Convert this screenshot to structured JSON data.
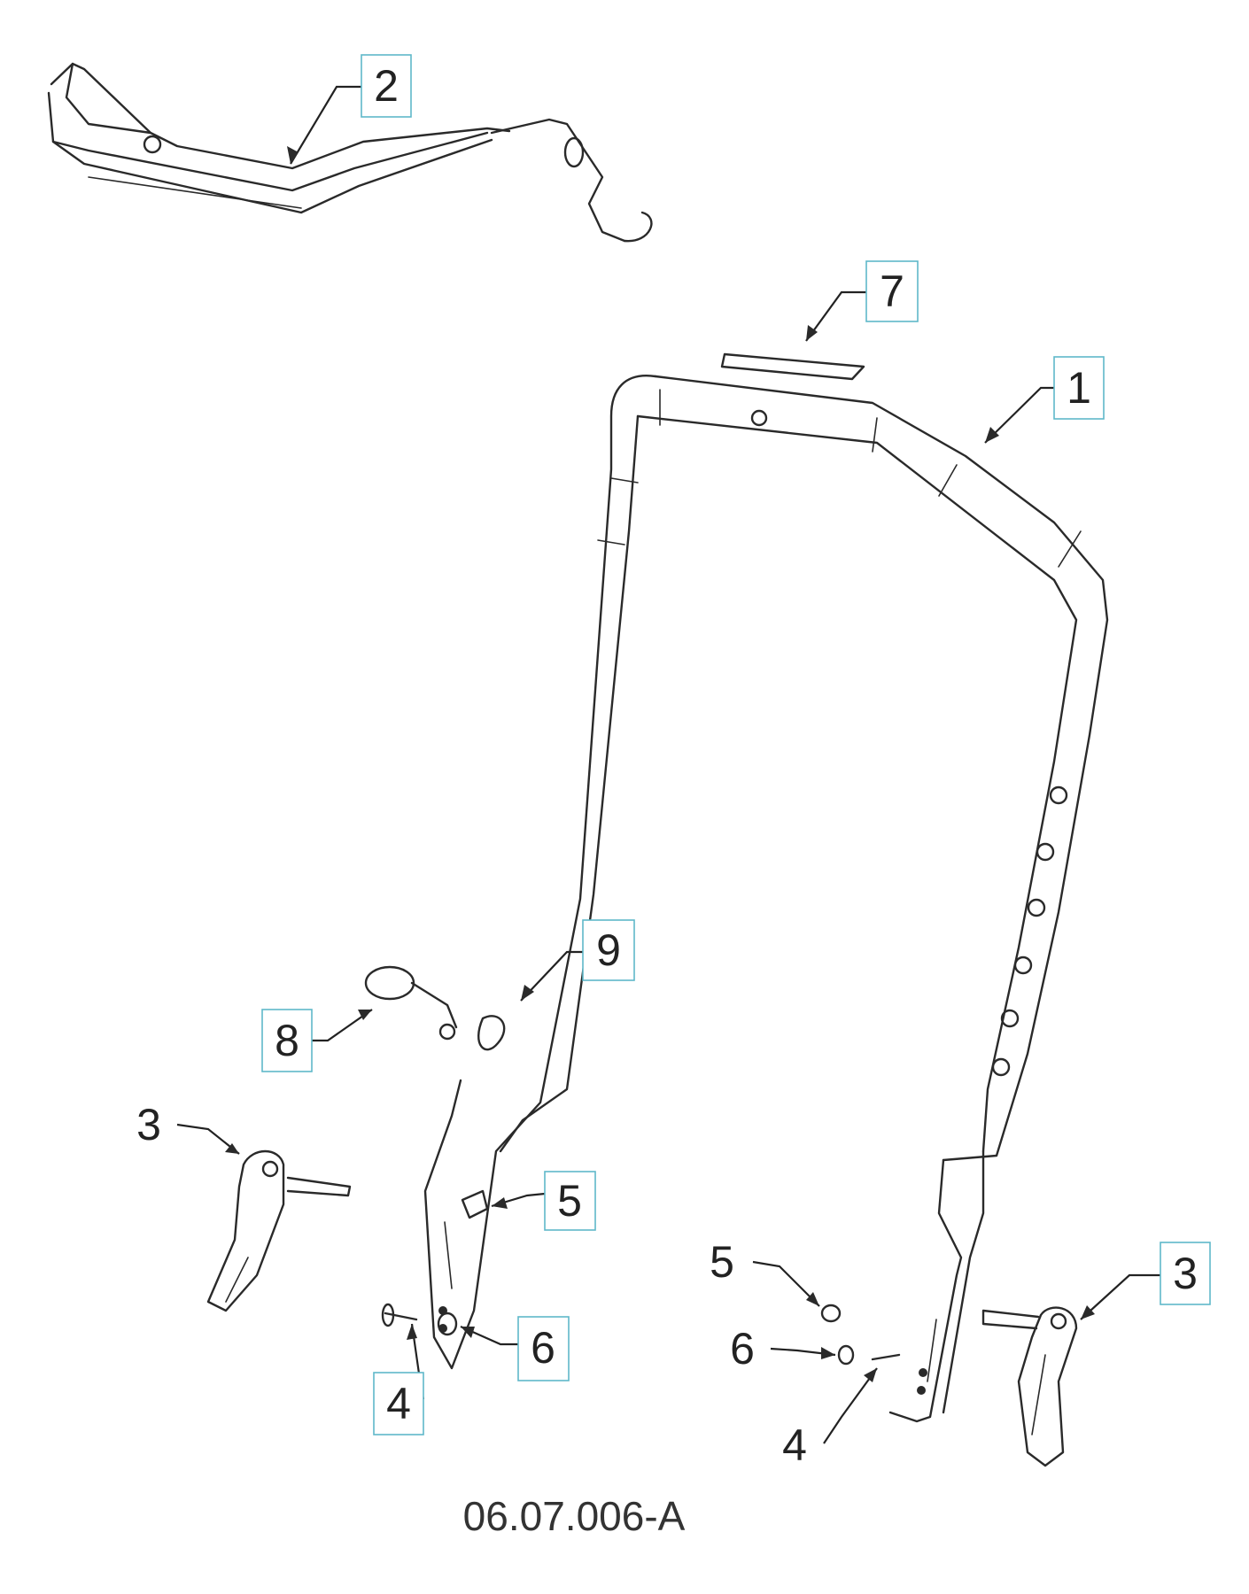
{
  "callouts": [
    {
      "id": "c2",
      "label": "2",
      "boxed": true
    },
    {
      "id": "c7",
      "label": "7",
      "boxed": true
    },
    {
      "id": "c1",
      "label": "1",
      "boxed": true
    },
    {
      "id": "c9",
      "label": "9",
      "boxed": true
    },
    {
      "id": "c8",
      "label": "8",
      "boxed": true
    },
    {
      "id": "c3l",
      "label": "3",
      "boxed": false
    },
    {
      "id": "c5a",
      "label": "5",
      "boxed": true
    },
    {
      "id": "c5b",
      "label": "5",
      "boxed": false
    },
    {
      "id": "c3r",
      "label": "3",
      "boxed": true
    },
    {
      "id": "c6a",
      "label": "6",
      "boxed": true
    },
    {
      "id": "c6b",
      "label": "6",
      "boxed": false
    },
    {
      "id": "c4a",
      "label": "4",
      "boxed": true
    },
    {
      "id": "c4b",
      "label": "4",
      "boxed": false
    }
  ],
  "drawing_code": "06.07.006-A",
  "colors": {
    "callout_border": "#5fb8c9",
    "linework": "#2a2a2a"
  }
}
